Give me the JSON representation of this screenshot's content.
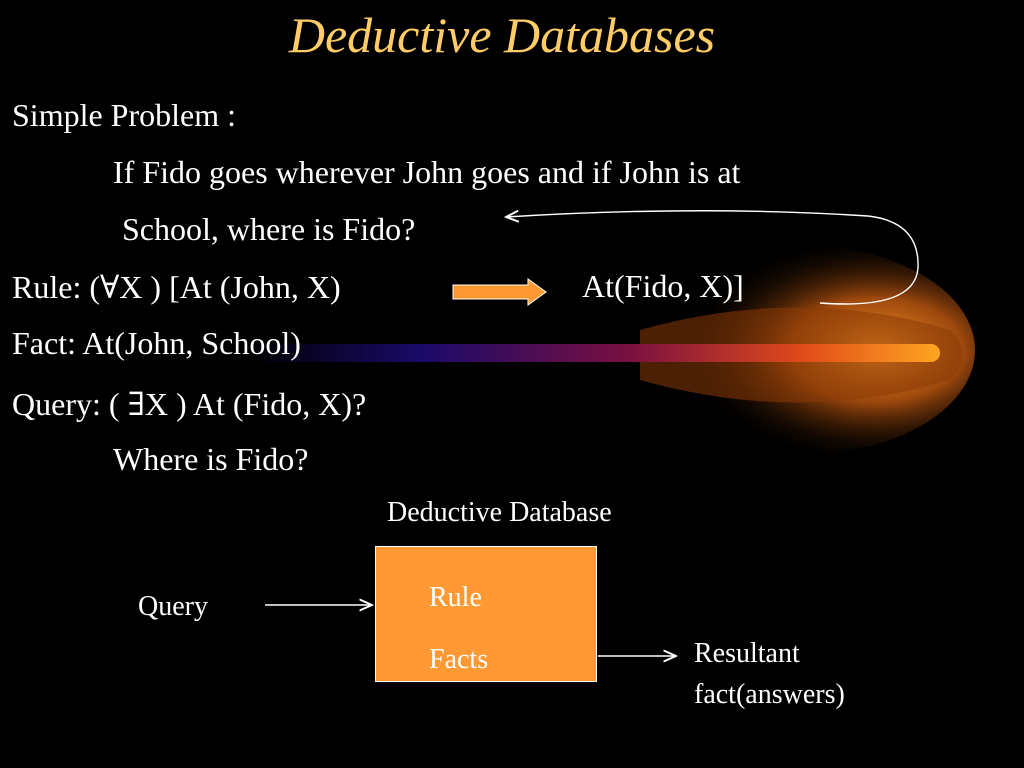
{
  "slide": {
    "title": "Deductive Databases",
    "lines": {
      "simple_problem": "Simple Problem :",
      "problem_line1": "If Fido goes wherever John goes and if John is at",
      "problem_line2": "School, where is Fido?",
      "rule_left": "Rule: (∀X ) [At (John, X)",
      "rule_right": "At(Fido, X)]",
      "fact": "Fact: At(John, School)",
      "query": "Query: ( ∃X ) At (Fido, X)?",
      "where": "Where is Fido?"
    },
    "diagram": {
      "box_label": "Deductive Database",
      "box_items": [
        "Rule",
        "Facts"
      ],
      "input_label": "Query",
      "output_line1": "Resultant",
      "output_line2": "fact(answers)"
    }
  },
  "colors": {
    "background": "#000000",
    "title": "#ffcc66",
    "text": "#ffffff",
    "box_fill": "#ff9933",
    "implication_arrow": "#ff9933"
  },
  "icons": {
    "implication": "right-arrow-icon",
    "comet": "comet-swoosh-decoration"
  }
}
